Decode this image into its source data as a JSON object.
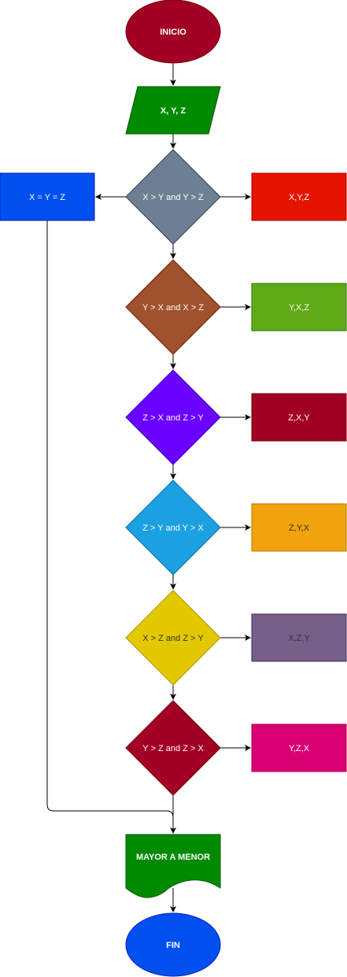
{
  "start": {
    "label": "INICIO",
    "color": "#a20025"
  },
  "input": {
    "label": "X, Y, Z",
    "color": "#008a00"
  },
  "equal_box": {
    "label": "X = Y = Z",
    "color": "#0050ef"
  },
  "decisions": [
    {
      "condition": "X > Y and Y > Z",
      "color": "#6d8093",
      "output": "X,Y,Z",
      "output_color": "#e51400",
      "text_color": "#ffffff"
    },
    {
      "condition": "Y > X and X > Z",
      "color": "#a0522d",
      "output": "Y,X,Z",
      "output_color": "#60a917",
      "text_color": "#ffffff"
    },
    {
      "condition": "Z > X and Z > Y",
      "color": "#6a00ff",
      "output": "Z,X,Y",
      "output_color": "#a20025",
      "text_color": "#ffffff"
    },
    {
      "condition": "Z > Y and Y > X",
      "color": "#1ba1e2",
      "output": "Z,Y,X",
      "output_color": "#f0a30a",
      "text_color": "#ffffff",
      "output_text_color": "#333333"
    },
    {
      "condition": "X > Z and Z > Y",
      "color": "#e3c800",
      "output": "X,Z,Y",
      "output_color": "#76608a",
      "text_color": "#333333"
    },
    {
      "condition": "Y > Z and Z > X",
      "color": "#a20025",
      "output": "Y,Z,X",
      "output_color": "#d80073",
      "text_color": "#ffffff"
    }
  ],
  "doc": {
    "label": "MAYOR A MENOR",
    "color": "#008a00"
  },
  "end": {
    "label": "FIN",
    "color": "#0050ef"
  }
}
